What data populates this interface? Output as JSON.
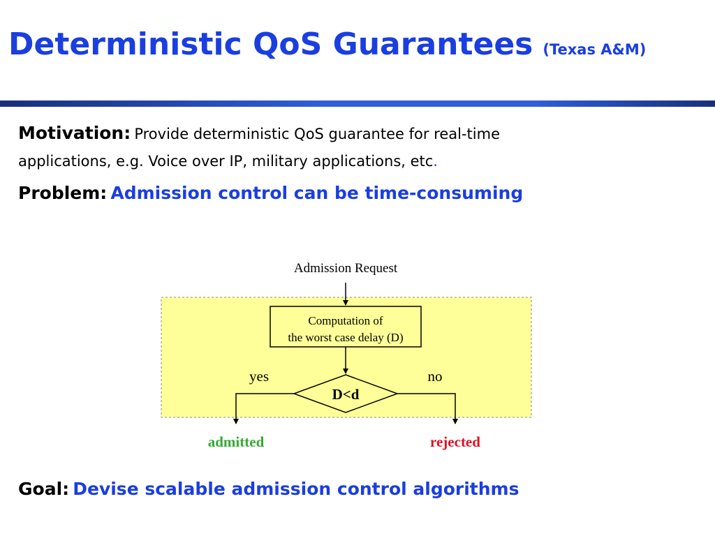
{
  "title": "Deterministic QoS Guarantees",
  "title_sub": "(Texas A&M)",
  "motivation": {
    "label": "Motivation",
    "colon": ":",
    "text1": "Provide deterministic QoS guarantee for real-time",
    "text2": "applications,   e.g. Voice over IP, military applications, etc",
    "period": "."
  },
  "problem": {
    "label": "Problem:",
    "text": "Admission control can be time-consuming"
  },
  "diagram": {
    "input": "Admission Request",
    "compute_line1": "Computation of",
    "compute_line2": "the worst case delay (D)",
    "decision": "D<d",
    "yes": "yes",
    "no": "no",
    "admitted": "admitted",
    "rejected": "rejected",
    "colors": {
      "panel": "#ffff99",
      "admitted": "#33aa33",
      "rejected": "#dd1122"
    }
  },
  "goal": {
    "label": "Goal:",
    "text": "Devise scalable admission control algorithms"
  }
}
